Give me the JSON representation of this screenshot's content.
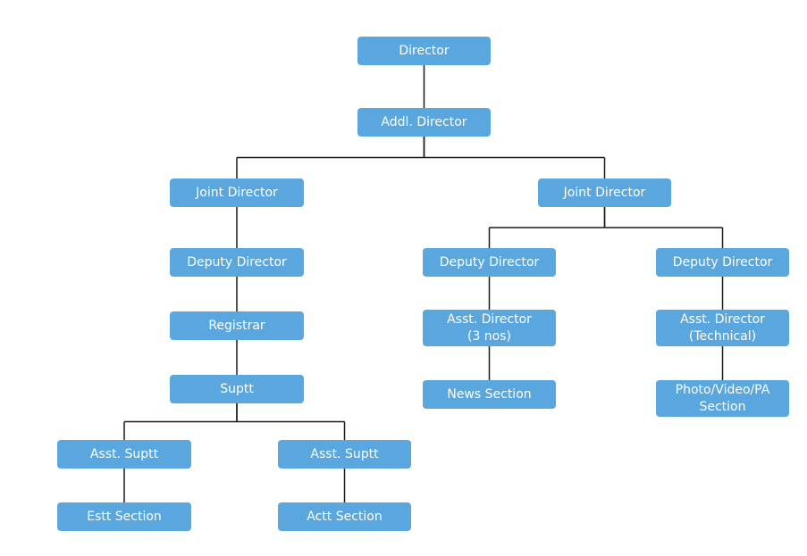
{
  "colors": {
    "box_fill": "#5aa6de",
    "box_text": "#ffffff",
    "line": "#1a1a1a"
  },
  "nodes": {
    "director": "Director",
    "addl_director": "Addl. Director",
    "joint_director_left": "Joint Director",
    "joint_director_right": "Joint Director",
    "deputy_director_left": "Deputy Director",
    "deputy_director_mid": "Deputy Director",
    "deputy_director_right": "Deputy Director",
    "registrar": "Registrar",
    "asst_director_3nos": "Asst. Director\n(3 nos)",
    "asst_director_technical": "Asst. Director\n(Technical)",
    "suptt": "Suptt",
    "news_section": "News Section",
    "photo_video_pa_section": "Photo/Video/PA\nSection",
    "asst_suptt_left": "Asst. Suptt",
    "asst_suptt_right": "Asst. Suptt",
    "estt_section": "Estt Section",
    "actt_section": "Actt Section"
  },
  "edges": [
    [
      "director",
      "addl_director"
    ],
    [
      "addl_director",
      "joint_director_left"
    ],
    [
      "addl_director",
      "joint_director_right"
    ],
    [
      "joint_director_left",
      "deputy_director_left"
    ],
    [
      "deputy_director_left",
      "registrar"
    ],
    [
      "registrar",
      "suptt"
    ],
    [
      "suptt",
      "asst_suptt_left"
    ],
    [
      "suptt",
      "asst_suptt_right"
    ],
    [
      "asst_suptt_left",
      "estt_section"
    ],
    [
      "asst_suptt_right",
      "actt_section"
    ],
    [
      "joint_director_right",
      "deputy_director_mid"
    ],
    [
      "joint_director_right",
      "deputy_director_right"
    ],
    [
      "deputy_director_mid",
      "asst_director_3nos"
    ],
    [
      "asst_director_3nos",
      "news_section"
    ],
    [
      "deputy_director_right",
      "asst_director_technical"
    ],
    [
      "asst_director_technical",
      "photo_video_pa_section"
    ]
  ]
}
